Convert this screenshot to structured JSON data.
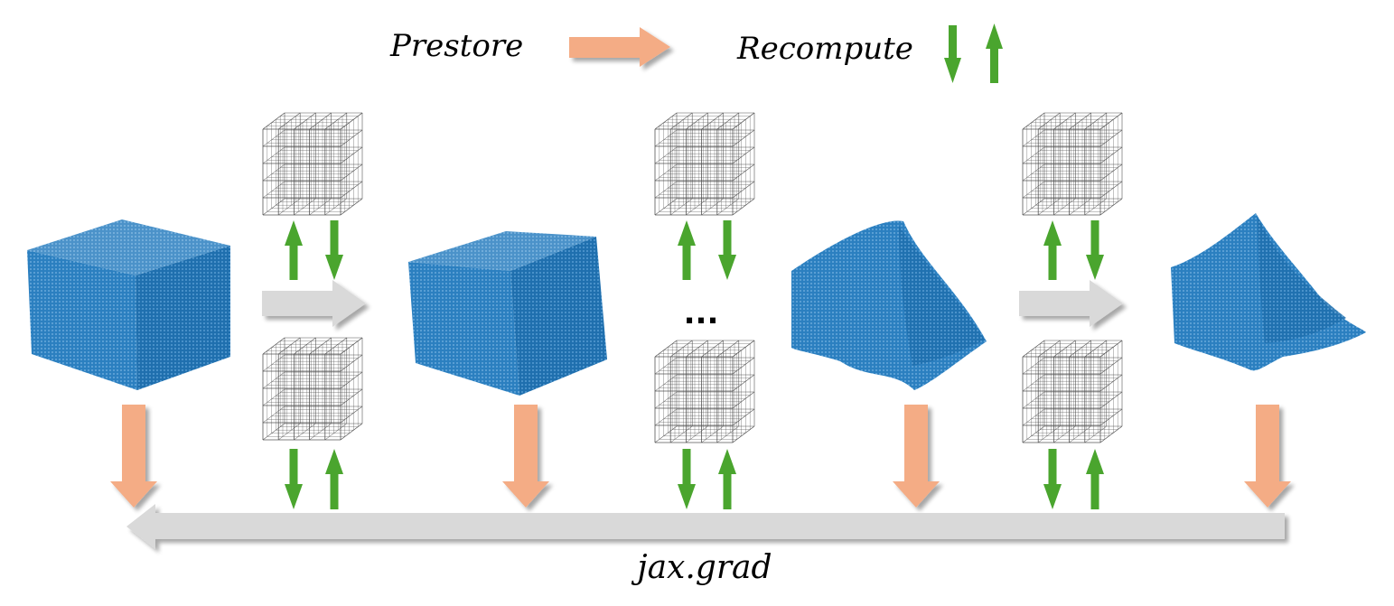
{
  "legend": {
    "prestore_label": "Prestore",
    "recompute_label": "Recompute"
  },
  "bottom_label": "jax.grad",
  "ellipsis": "...",
  "colors": {
    "prestore_arrow": "#f4ac85",
    "recompute_arrow": "#4aa52e",
    "flow_arrow": "#d9d9d9",
    "point_cloud": "#1f77b4",
    "grid": "#555555"
  },
  "icons": {
    "point_cloud": "point-cloud-mesh",
    "grid": "hexahedral-grid"
  }
}
